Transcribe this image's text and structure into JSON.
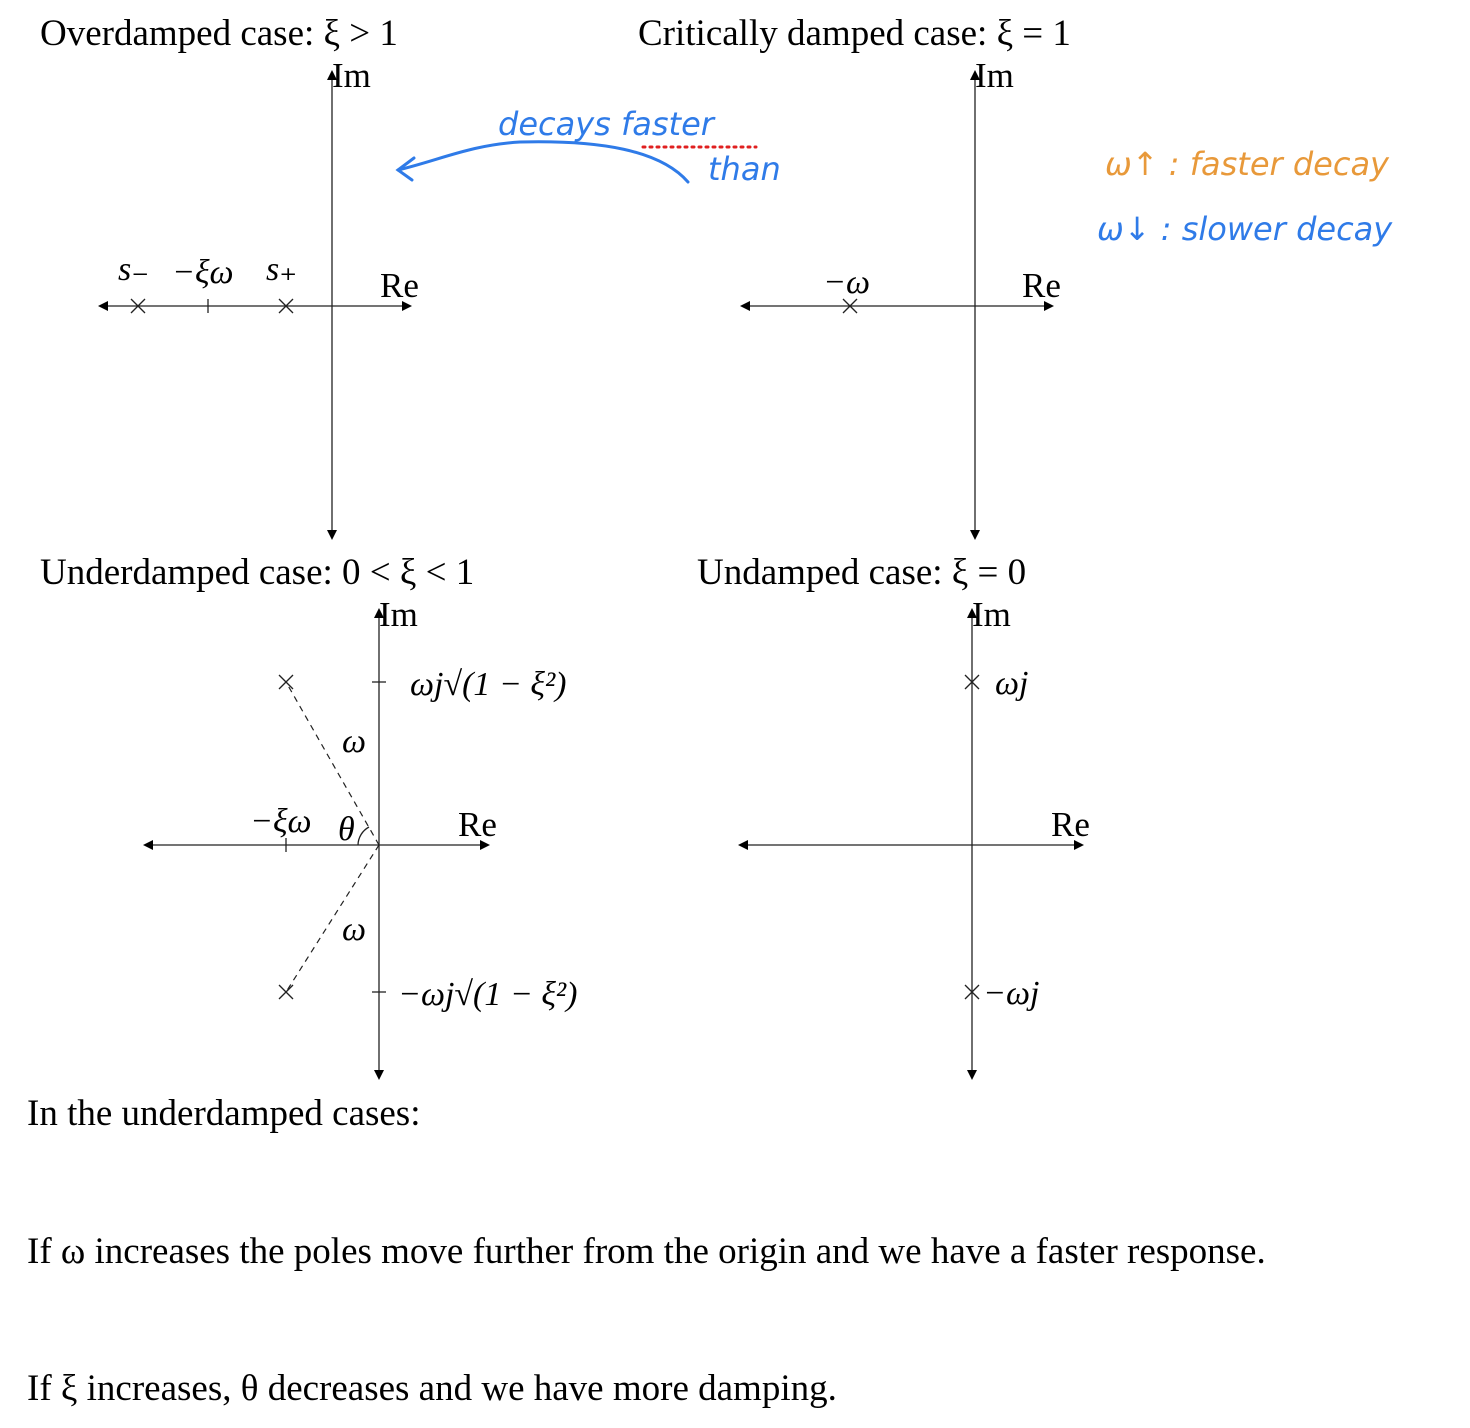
{
  "titles": {
    "overdamped": "Overdamped case: ξ > 1",
    "critical": "Critically damped case: ξ = 1",
    "underdamped": "Underdamped case: 0 < ξ < 1",
    "undamped": "Undamped case: ξ = 0"
  },
  "axes": {
    "re": "Re",
    "im": "Im"
  },
  "overdamped": {
    "s_minus": "s₋",
    "center": "−ξω",
    "s_plus": "s₊"
  },
  "critical": {
    "pole": "−ω"
  },
  "underdamped": {
    "upper": "ωj√(1 − ξ²)",
    "lower": "−ωj√(1 − ξ²)",
    "omega_upper": "ω",
    "omega_lower": "ω",
    "theta": "θ",
    "center": "−ξω"
  },
  "undamped": {
    "upper": "ωj",
    "lower": "−ωj"
  },
  "annotations": {
    "arrow_note": "decays faster",
    "arrow_note2": "than",
    "increase": "ω↑ : faster decay",
    "decrease": "ω↓ : slower decay",
    "colors": {
      "blue": "#2f7be8",
      "orange": "#e8993a",
      "red": "#e02020"
    }
  },
  "body": {
    "intro": "In the underdamped cases:",
    "p1": "If ω increases the poles move further from the origin and we have a faster response.",
    "p2": "If ξ increases, θ decreases and we have more damping."
  }
}
